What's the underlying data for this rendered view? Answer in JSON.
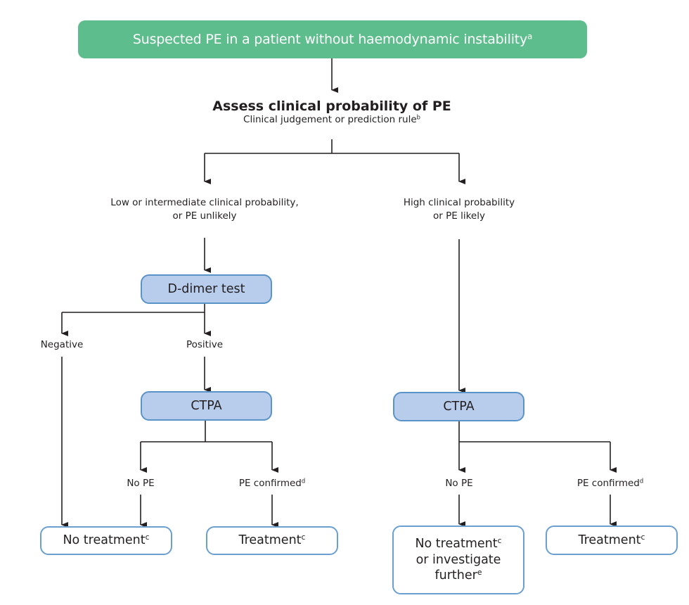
{
  "colors": {
    "start_fill": "#5dbd8c",
    "test_fill": "#b8cceb",
    "box_border": "#5a93c8",
    "arrow": "#231f20"
  },
  "start": {
    "text": "Suspected PE in a patient without haemodynamic instability",
    "sup": "a"
  },
  "assess": {
    "title": "Assess clinical probability of PE",
    "subtitle": "Clinical judgement or prediction rule",
    "sup": "b"
  },
  "branches": {
    "low": {
      "line1": "Low or intermediate clinical probability,",
      "line2": "or PE unlikely"
    },
    "high": {
      "line1": "High clinical probability",
      "line2": "or PE likely"
    }
  },
  "low_path": {
    "ddimer": "D-dimer test",
    "negative": "Negative",
    "positive": "Positive",
    "ctpa": "CTPA",
    "no_pe": "No PE",
    "pe_confirmed": "PE confirmed",
    "pe_confirmed_sup": "d",
    "no_treatment": "No treatment",
    "no_treatment_sup": "c",
    "treatment": "Treatment",
    "treatment_sup": "c"
  },
  "high_path": {
    "ctpa": "CTPA",
    "no_pe": "No PE",
    "pe_confirmed": "PE confirmed",
    "pe_confirmed_sup": "d",
    "no_treatment_line1": "No treatment",
    "no_treatment_sup": "c",
    "no_treatment_line2": "or investigate",
    "no_treatment_line3": "further",
    "no_treatment_line3_sup": "e",
    "treatment": "Treatment",
    "treatment_sup": "c"
  }
}
